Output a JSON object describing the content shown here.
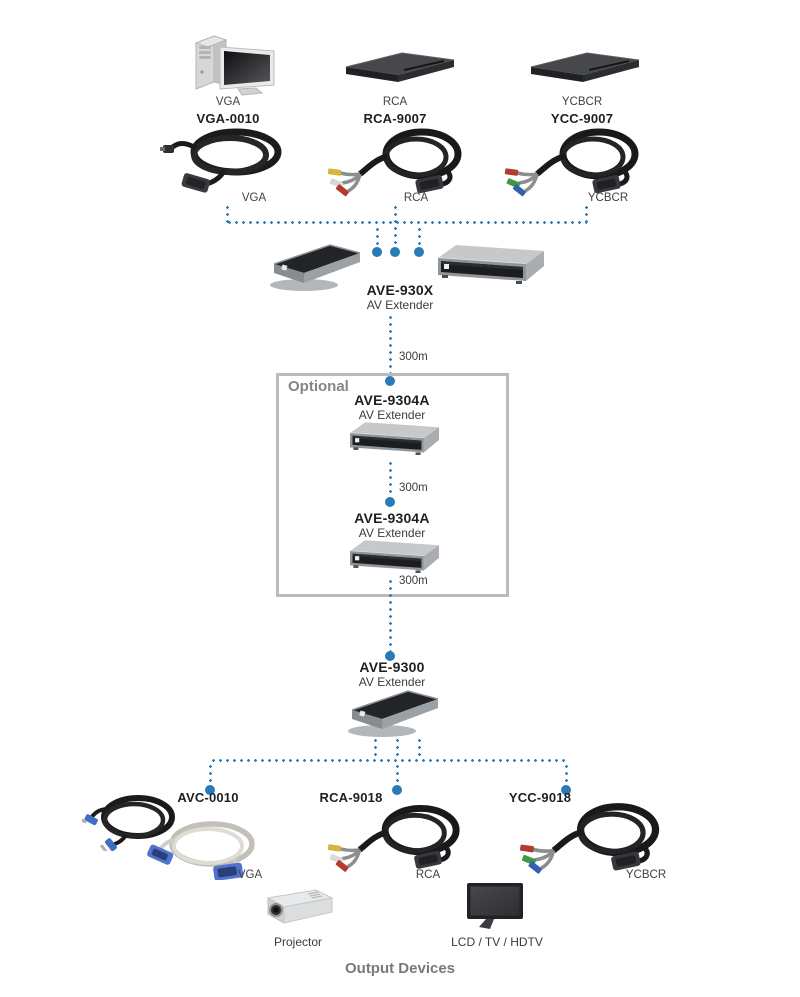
{
  "colors": {
    "connector_blue": "#2a7ab5",
    "muted_gray": "#838689",
    "dark_text": "#1f1f21",
    "optional_border": "#b9bbbd"
  },
  "top": {
    "sources": [
      {
        "device_label": "VGA",
        "product": "VGA-0010",
        "cable_label": "VGA",
        "icon": "computer-icon"
      },
      {
        "device_label": "RCA",
        "product": "RCA-9007",
        "cable_label": "RCA",
        "icon": "av-source-box-icon"
      },
      {
        "device_label": "YCBCR",
        "product": "YCC-9007",
        "cable_label": "YCBCR",
        "icon": "av-source-box-icon"
      }
    ]
  },
  "extender_930x": {
    "name": "AVE-930X",
    "type": "AV Extender"
  },
  "distance_1": "300m",
  "optional": {
    "label": "Optional",
    "extender_1": {
      "name": "AVE-9304A",
      "type": "AV Extender"
    },
    "distance_2": "300m",
    "extender_2": {
      "name": "AVE-9304A",
      "type": "AV Extender"
    },
    "distance_3": "300m"
  },
  "extender_9300": {
    "name": "AVE-9300",
    "type": "AV Extender"
  },
  "bottom": {
    "cables": [
      {
        "product": "AVC-0010",
        "cable_label": "VGA",
        "icon": "audio-cable-icon / white-vga-cable-icon"
      },
      {
        "product": "RCA-9018",
        "cable_label": "RCA",
        "icon": "rca-cable-icon"
      },
      {
        "product": "YCC-9018",
        "cable_label": "YCBCR",
        "icon": "component-cable-icon"
      }
    ],
    "devices": [
      {
        "label": "Projector"
      },
      {
        "label": "LCD / TV / HDTV"
      }
    ],
    "section_label": "Output Devices"
  }
}
